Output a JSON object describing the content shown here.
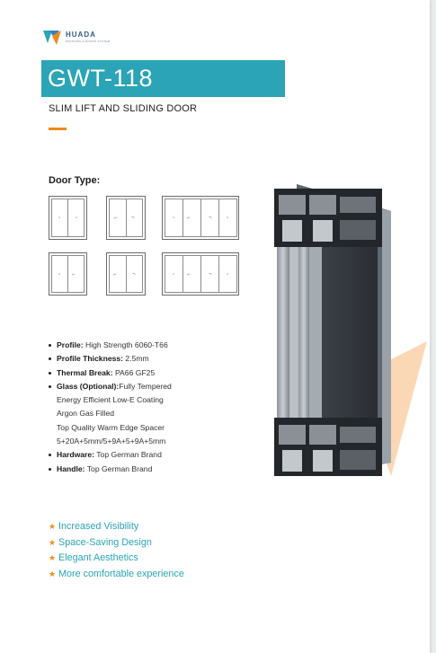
{
  "logo": {
    "brand": "HUADA",
    "tagline": "WINDOWS & DOORS SYSTEM"
  },
  "title": "GWT-118",
  "subtitle": "SLIM LIFT AND SLIDING DOOR",
  "door_type_label": "Door Type:",
  "specs": [
    {
      "label": "Profile:",
      "value": " High Strength 6060-T66"
    },
    {
      "label": "Profile Thickness:",
      "value": " 2.5mm"
    },
    {
      "label": "Thermal Break:",
      "value": " PA66 GF25"
    },
    {
      "label": "Glass (Optional):",
      "value": "Fully Tempered"
    }
  ],
  "glass_lines": [
    "Energy Efficient Low-E Coating",
    "Argon Gas Filled",
    "Top Quality Warm Edge Spacer",
    "5+20A+5mm/5+9A+5+9A+5mm"
  ],
  "specs_after": [
    {
      "label": "Hardware:",
      "value": " Top German Brand"
    },
    {
      "label": "Handle:",
      "value": " Top German Brand"
    }
  ],
  "features": [
    "Increased Visibility",
    "Space-Saving Design",
    "Elegant Aesthetics",
    "More comfortable experience"
  ],
  "colors": {
    "accent": "#2aa4b6",
    "orange": "#f08a1e"
  }
}
